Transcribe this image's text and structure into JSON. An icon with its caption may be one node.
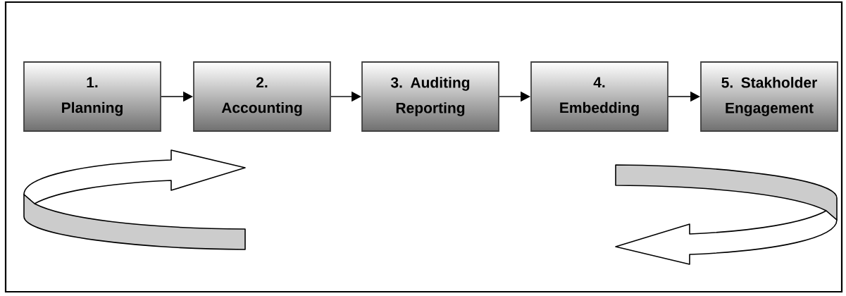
{
  "diagram": {
    "nodes": [
      {
        "text": [
          "1. Planning"
        ]
      },
      {
        "text": [
          "2. Accounting"
        ]
      },
      {
        "text": [
          "3. Auditing Reporting"
        ]
      },
      {
        "text": [
          "4. Embedding"
        ]
      },
      {
        "text": [
          "5. Stakholder Engagement"
        ]
      }
    ],
    "edges": [
      {
        "from": 0,
        "to": 1,
        "arrow": "to"
      },
      {
        "from": 1,
        "to": 2,
        "arrow": "to"
      },
      {
        "from": 2,
        "to": 3,
        "arrow": "to"
      },
      {
        "from": 3,
        "to": 4,
        "arrow": "to"
      }
    ]
  }
}
